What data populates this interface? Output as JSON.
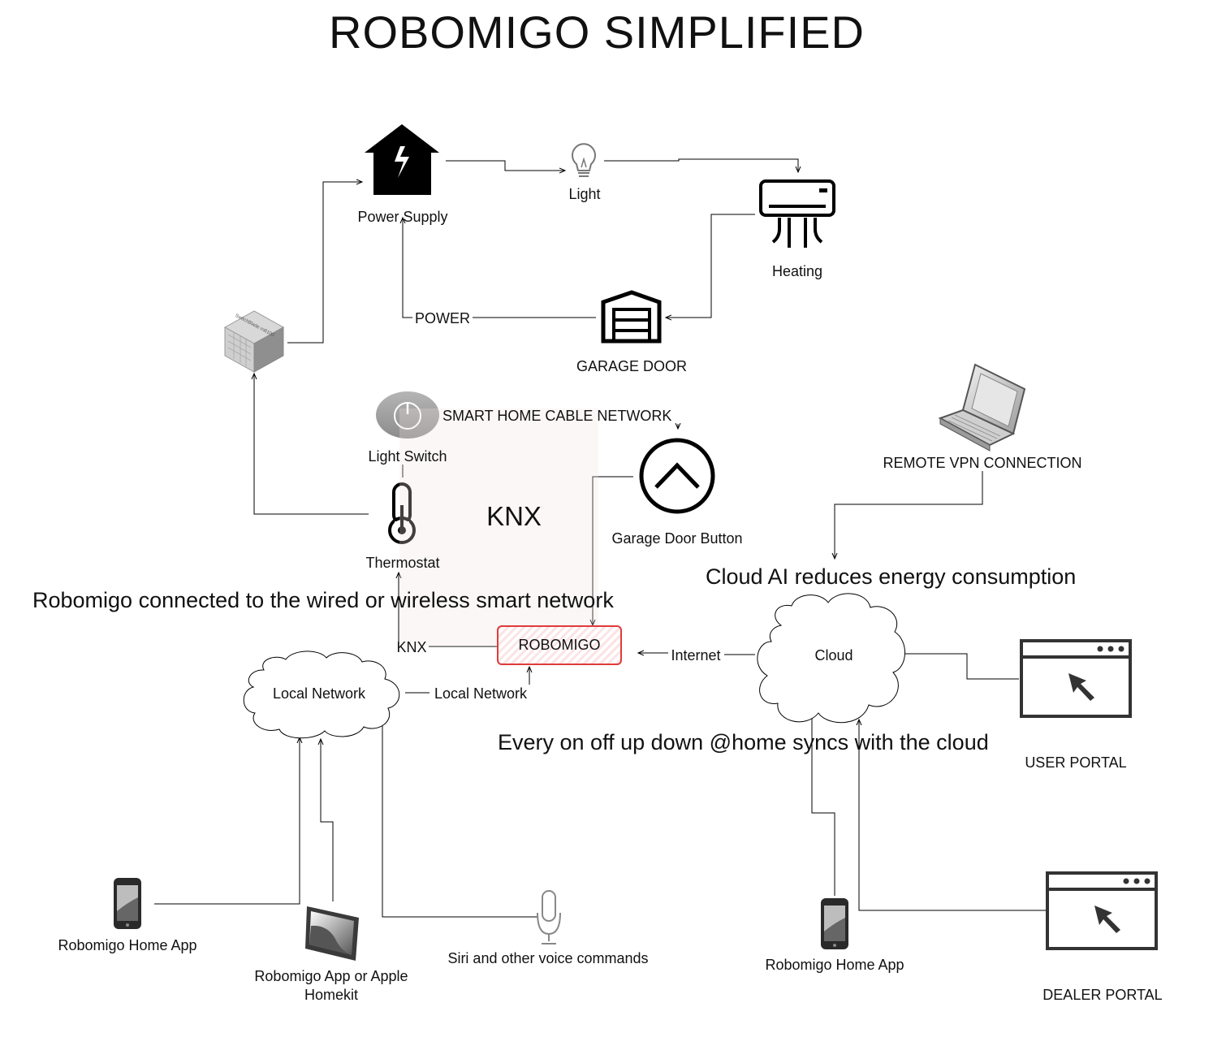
{
  "title": "ROBOMIGO SIMPLIFIED",
  "nodes": {
    "power_supply": "Power Supply",
    "light": "Light",
    "heating": "Heating",
    "garage_door": "GARAGE DOOR",
    "switch_module_text": "SwitchBlade\nrn8100",
    "light_switch": "Light Switch",
    "smart_home_cable_network": "SMART HOME CABLE NETWORK",
    "thermostat": "Thermostat",
    "knx_zone": "KNX",
    "garage_door_button": "Garage Door Button",
    "remote_vpn": "REMOTE VPN CONNECTION",
    "robomigo": "ROBOMIGO",
    "cloud": "Cloud",
    "local_network": "Local Network",
    "user_portal": "USER PORTAL",
    "dealer_portal": "DEALER PORTAL",
    "home_app_left": "Robomigo Home App",
    "app_homekit": "Robomigo App or Apple Homekit",
    "siri": "Siri and other voice commands",
    "home_app_right": "Robomigo Home App"
  },
  "edge_labels": {
    "power": "POWER",
    "knx": "KNX",
    "internet": "Internet",
    "local_network": "Local Network"
  },
  "annotations": {
    "robomigo_connected": "Robomigo connected to the wired or wireless smart network",
    "cloud_ai": "Cloud AI reduces energy consumption",
    "sync": "Every on off up down @home syncs with the cloud"
  }
}
